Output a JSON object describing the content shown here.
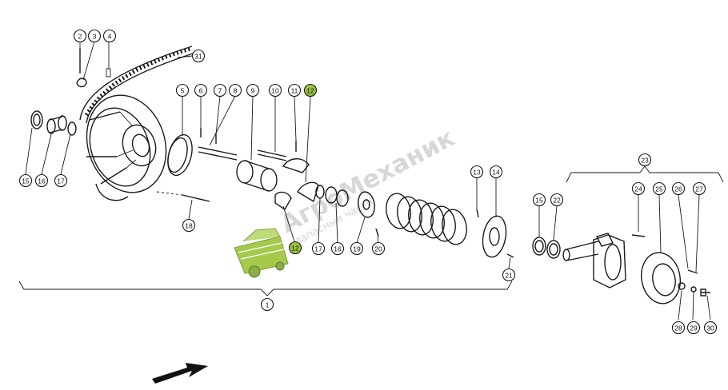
{
  "watermark": {
    "title": "АгроМеханик",
    "subtitle": "запасные части"
  },
  "colors": {
    "line": "#1a1a1a",
    "highlight": "#9cc43a",
    "watermark": "#b7b7b7"
  },
  "callouts": [
    "1",
    "2",
    "3",
    "4",
    "5",
    "6",
    "7",
    "8",
    "9",
    "10",
    "11",
    "12",
    "12",
    "13",
    "14",
    "15",
    "15",
    "16",
    "16",
    "17",
    "17",
    "18",
    "19",
    "20",
    "21",
    "22",
    "23",
    "24",
    "25",
    "26",
    "27",
    "28",
    "29",
    "30",
    "31"
  ]
}
